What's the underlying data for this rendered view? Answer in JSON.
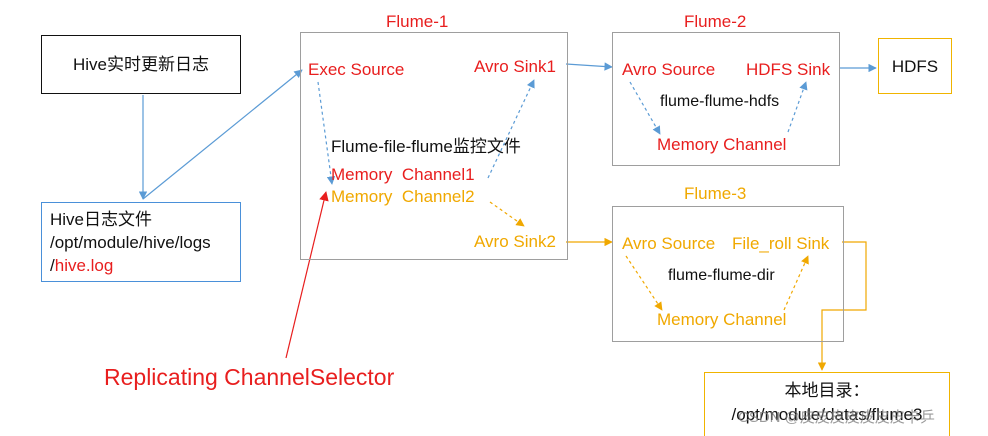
{
  "colors": {
    "red": "#e81e1e",
    "orange": "#f0a800",
    "blue_arrow": "#5b9bd5",
    "gray_box": "#9e9e9e",
    "black_box": "#111111",
    "blue_box": "#4a90d9",
    "yellow_box": "#f0b400"
  },
  "hive_box": {
    "label": "Hive实时更新日志"
  },
  "hive_log_box": {
    "line1": "Hive日志文件",
    "line2": "/opt/module/hive/logs",
    "line3_prefix": "/",
    "line3_file": "hive.log"
  },
  "flume1": {
    "title": "Flume-1",
    "exec_source": "Exec Source",
    "avro_sink1": "Avro Sink1",
    "desc": "Flume-file-flume监控文件",
    "channel1": "Memory  Channel1",
    "channel2": "Memory  Channel2",
    "avro_sink2": "Avro Sink2"
  },
  "flume2": {
    "title": "Flume-2",
    "avro_source": "Avro Source",
    "hdfs_sink": "HDFS Sink",
    "desc": "flume-flume-hdfs",
    "channel": "Memory Channel"
  },
  "flume3": {
    "title": "Flume-3",
    "avro_source": "Avro Source",
    "file_roll_sink": "File_roll Sink",
    "desc": "flume-flume-dir",
    "channel": "Memory Channel"
  },
  "hdfs_box": {
    "label": "HDFS"
  },
  "local_dir_box": {
    "line1": "本地目录：",
    "line2": "/opt/module/datas/flume3"
  },
  "selector_label": "Replicating ChannelSelector",
  "watermark": "CSDN @皮皮皮皮皮皮皮卡乒"
}
